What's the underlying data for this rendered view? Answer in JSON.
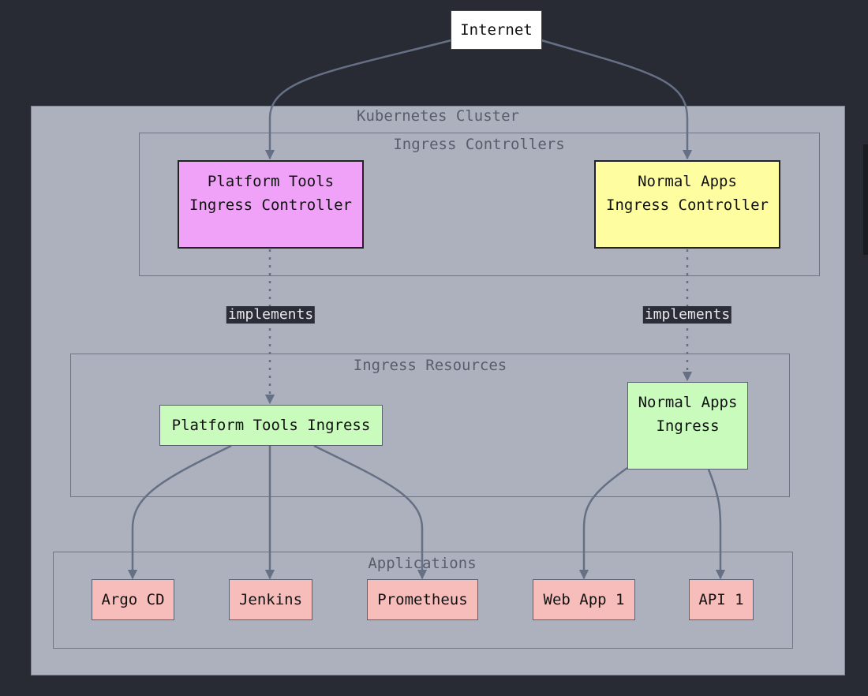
{
  "diagram": {
    "external": {
      "internet": "Internet"
    },
    "cluster": {
      "label": "Kubernetes Cluster",
      "ingress_controllers": {
        "label": "Ingress Controllers",
        "platform": "Platform Tools\nIngress Controller",
        "normal": "Normal Apps\nIngress Controller"
      },
      "ingress_resources": {
        "label": "Ingress Resources",
        "platform": "Platform Tools Ingress",
        "normal": "Normal Apps\nIngress"
      },
      "applications": {
        "label": "Applications",
        "items": [
          "Argo CD",
          "Jenkins",
          "Prometheus",
          "Web App 1",
          "API 1"
        ]
      }
    },
    "edges": {
      "implements_left": "implements",
      "implements_right": "implements"
    },
    "colors": {
      "background": "#282a34",
      "cluster_fill": "#adb1bd",
      "edge": "#667085",
      "platform_controller": "#f0a2f8",
      "normal_controller": "#fefea0",
      "ingress_resource": "#c8fbbc",
      "application": "#f6bdbb"
    }
  }
}
